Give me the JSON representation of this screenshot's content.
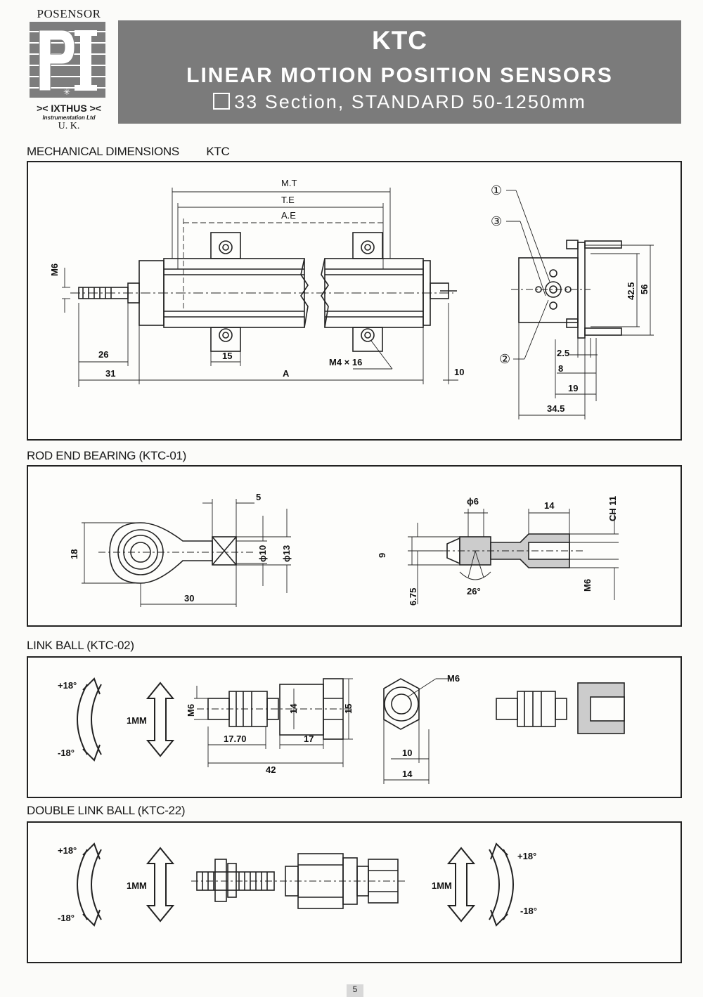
{
  "logo": {
    "brand": "POSENSOR",
    "company": "IXTHUS",
    "company_sub": "Instrumentation Ltd",
    "country": "U. K."
  },
  "header": {
    "model": "KTC",
    "subtitle": "LINEAR MOTION POSITION SENSORS",
    "section": "33 Section, STANDARD 50-1250mm"
  },
  "sections": {
    "mech": {
      "title": "MECHANICAL DIMENSIONS",
      "model": "KTC",
      "labels": {
        "mt": "M.T",
        "te": "T.E",
        "ae": "A.E",
        "m6": "M6",
        "d26": "26",
        "d31": "31",
        "d15": "15",
        "a": "A",
        "m4": "M4 × 16",
        "d10": "10",
        "c1": "①",
        "c2": "②",
        "c3": "③",
        "d42_5": "42.5",
        "d56": "56",
        "d2_5": "2.5",
        "d8": "8",
        "d19": "19",
        "d34_5": "34.5"
      }
    },
    "rod": {
      "title": "ROD END BEARING (KTC-01)",
      "labels": {
        "d5": "5",
        "d18": "18",
        "phi10": "ϕ10",
        "phi13": "ϕ13",
        "d30": "30",
        "phi6": "ϕ6",
        "d14": "14",
        "ch11": "CH 11",
        "d9": "9",
        "d6_75": "6.75",
        "d26deg": "26°",
        "m6": "M6"
      }
    },
    "link": {
      "title": "LINK BALL (KTC-02)",
      "labels": {
        "plus18": "+18°",
        "minus18": "-18°",
        "mm1": "1MM",
        "m6": "M6",
        "d14": "14",
        "d15": "15",
        "d17_70": "17.70",
        "d17": "17",
        "d42": "42",
        "m6b": "M6",
        "d10": "10",
        "d14b": "14"
      }
    },
    "double": {
      "title": "DOUBLE LINK BALL (KTC-22)",
      "labels": {
        "plus18": "+18°",
        "minus18": "-18°",
        "mm1": "1MM",
        "mm1r": "1MM",
        "plus18r": "+18°",
        "minus18r": "-18°"
      }
    }
  },
  "page_number": "5"
}
